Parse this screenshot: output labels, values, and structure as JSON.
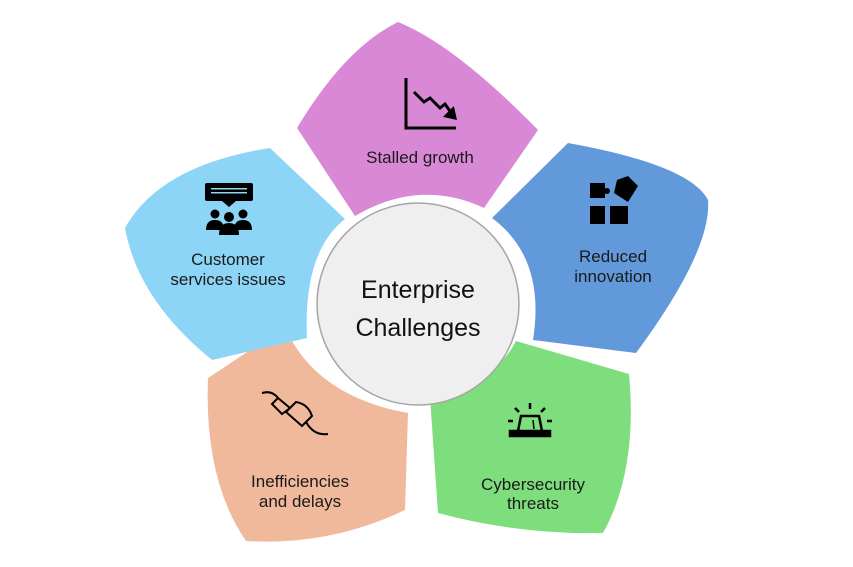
{
  "center": {
    "line1": "Enterprise",
    "line2": "Challenges"
  },
  "petals": [
    {
      "id": "stalled-growth",
      "lines": [
        "Stalled growth"
      ],
      "color": "#D988D6",
      "icon": "declining-chart-icon"
    },
    {
      "id": "reduced-innovation",
      "lines": [
        "Reduced",
        "innovation"
      ],
      "color": "#6199DB",
      "icon": "puzzle-icon"
    },
    {
      "id": "cybersecurity-threats",
      "lines": [
        "Cybersecurity",
        "threats"
      ],
      "color": "#7EDD7D",
      "icon": "alarm-siren-icon"
    },
    {
      "id": "inefficiencies-delays",
      "lines": [
        "Inefficiencies",
        "and delays"
      ],
      "color": "#F0B99B",
      "icon": "unplugged-icon"
    },
    {
      "id": "customer-service-issues",
      "lines": [
        "Customer",
        "services issues"
      ],
      "color": "#8DD5F6",
      "icon": "customer-feedback-icon"
    }
  ],
  "center_fill": "#EFEFEF",
  "center_stroke": "#A6A6A6"
}
